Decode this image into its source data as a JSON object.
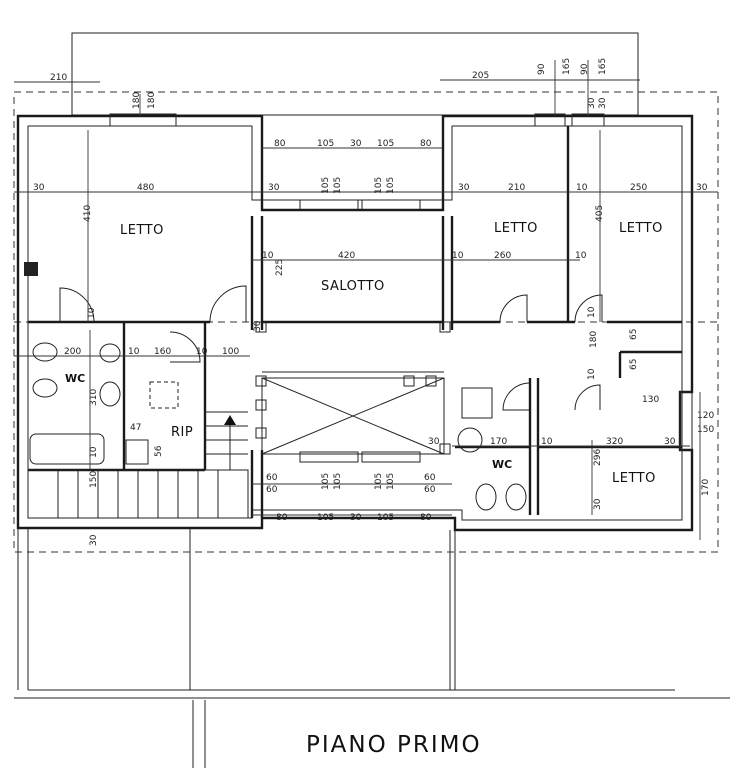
{
  "drawing_title": "PIANO PRIMO",
  "rooms": {
    "letto_nw": "LETTO",
    "salotto": "SALOTTO",
    "letto_n_center": "LETTO",
    "letto_ne": "LETTO",
    "wc_w": "WC",
    "rip": "RIP",
    "wc_e": "WC",
    "letto_se": "LETTO"
  },
  "dims": {
    "top_210": "210",
    "top_205": "205",
    "top_90a": "90",
    "top_165a": "165",
    "top_90b": "90",
    "top_165b": "165",
    "top_180": "180",
    "top_180b": "180",
    "top_30a": "30",
    "top_30b": "30",
    "row1": [
      "80",
      "105",
      "30",
      "105",
      "80"
    ],
    "row2_30a": "30",
    "row2_480": "480",
    "row2_30b": "30",
    "row2_105a": "105",
    "row2_105b": "105",
    "row2_105c": "105",
    "row2_105d": "105",
    "row2_30c": "30",
    "row2_210": "210",
    "row2_10": "10",
    "row2_250": "250",
    "row2_30d": "30",
    "v_410": "410",
    "v_405": "405",
    "v_225": "225",
    "mid_10a": "10",
    "mid_420": "420",
    "mid_10b": "10",
    "mid_260": "260",
    "mid_10c": "10",
    "mid_30": "30",
    "mid_10d": "10",
    "mid_10e": "10",
    "mid_180": "180",
    "mid_65a": "65",
    "mid_65b": "65",
    "wc_200": "200",
    "wc_10": "10",
    "wc_160": "160",
    "wc_10b": "10",
    "wc_100": "100",
    "v_310": "310",
    "v_47": "47",
    "v_56": "56",
    "v_10": "10",
    "v_150": "150",
    "e_10": "10",
    "e_130": "130",
    "e_120": "120",
    "e_150": "150",
    "e_30": "30",
    "e_170": "170",
    "e_10b": "10",
    "e_320": "320",
    "e_30b": "30",
    "e_296": "296",
    "e_170v": "170",
    "e_30c": "30",
    "low_60a": "60",
    "low_60b": "60",
    "low_105a": "105",
    "low_105b": "105",
    "low_105c": "105",
    "low_105d": "105",
    "low_60c": "60",
    "low_60d": "60",
    "bottom_row": [
      "80",
      "105",
      "30",
      "105",
      "80"
    ],
    "bottom_30": "30"
  }
}
